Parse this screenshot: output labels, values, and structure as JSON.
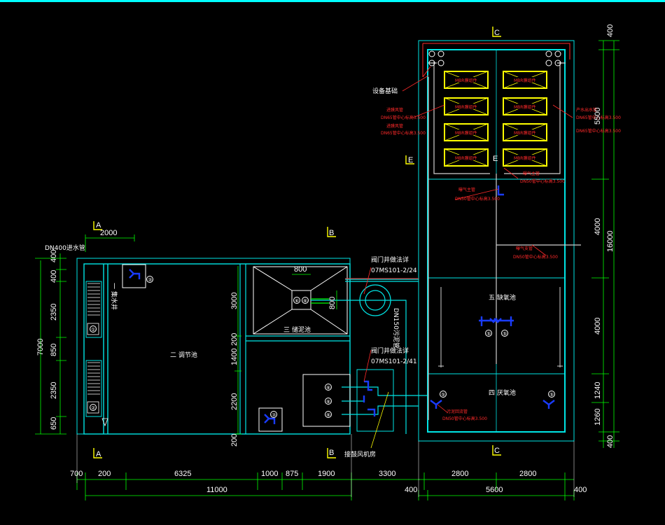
{
  "labels": {
    "sump_pit": "一 集水井",
    "regulating_tank": "二 调节池",
    "sludge_tank": "三 储泥池",
    "anoxic_tank": "四 厌氧池",
    "oxic_tank": "五 缺氧池",
    "equipment_base": "设备基础",
    "valve_well_1": "阀门井做法详",
    "valve_well_1_ref": "07MS101-2/24",
    "valve_well_2": "阀门井做法详",
    "valve_well_2_ref": "07MS101-2/41",
    "blower_room": "接鼓风机房",
    "vertical_note": "DN150污泥管",
    "inlet_pipe": "DN400进水管",
    "membrane_label": "MBR膜组件"
  },
  "red_notes": {
    "left_1": "进膜风管",
    "left_2": "DN65管中心标高3.500",
    "left_3": "进膜风管",
    "left_4": "DN65管中心标高3.500",
    "right_1": "产水出水管",
    "right_2": "DN65管中心标高3.500",
    "right_3": "DN65管中心标高3.500",
    "mid_1": "曝气主管",
    "mid_2": "DN50管中心标高3.500",
    "mid_3": "曝气主管",
    "mid_4": "DN50管中心标高3.500",
    "mid_5": "曝气支管",
    "mid_6": "DN50管中心标高3.500",
    "low_1": "污泥回流管",
    "low_2": "DN50管中心标高3.500"
  },
  "axes": {
    "A": "A",
    "B": "B",
    "C": "C",
    "E": "E"
  },
  "bubbles": {
    "b1": "①",
    "b2": "②",
    "b3": "③",
    "b5": "⑤",
    "b6": "⑥"
  },
  "dims_bottom_1": [
    "700",
    "200",
    "6325",
    "1000",
    "875",
    "1900",
    "3300",
    "2800",
    "2800"
  ],
  "dims_bottom_2": [
    "11000",
    "400",
    "5600",
    "400"
  ],
  "dims_left": [
    "7000",
    "400",
    "400",
    "2350",
    "850",
    "2350",
    "650"
  ],
  "dims_right_outer": [
    "400",
    "16000",
    "400"
  ],
  "dims_right_inner": [
    "5500",
    "4000",
    "4000",
    "1240",
    "1260"
  ],
  "dims_inner": {
    "d2000": "2000",
    "d800": "800",
    "d800v": "800",
    "d3000": "3000",
    "d200a": "200",
    "d1400": "1400",
    "d2200": "2200",
    "d200b": "200"
  },
  "colors": {
    "wall": "#00e5e5",
    "dim": "#00ff00",
    "annot_red": "#ff2a2a",
    "membrane": "#ffff00",
    "pump": "#1a3cff",
    "axis_yellow": "#ffff00",
    "top_bar": "#00ffff"
  }
}
